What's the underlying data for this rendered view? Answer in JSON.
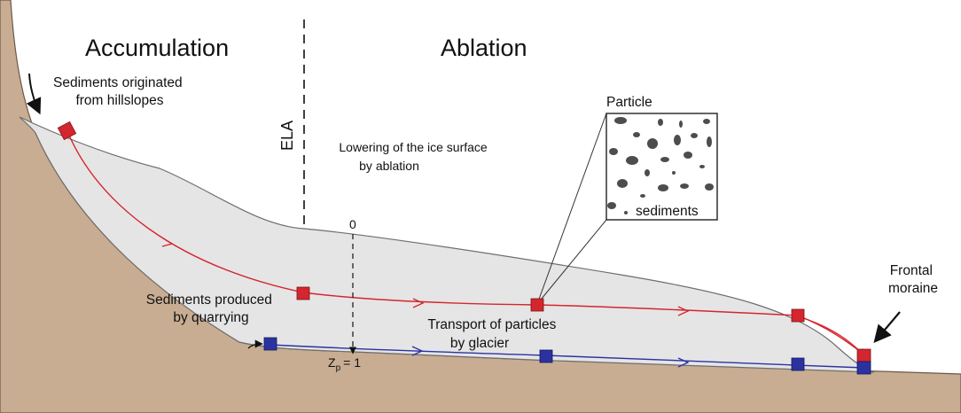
{
  "zones": {
    "accumulation": "Accumulation",
    "ablation": "Ablation"
  },
  "ela_label": "ELA",
  "labels": {
    "hillslope_sediments": [
      "Sediments originated",
      "from hillslopes"
    ],
    "quarrying_sediments": [
      "Sediments produced",
      "by quarrying"
    ],
    "surface_lowering": [
      "Lowering of the ice surface",
      "by ablation"
    ],
    "transport": [
      "Transport of particles",
      "by glacier"
    ],
    "frontal_moraine": [
      "Frontal",
      "moraine"
    ],
    "particle": "Particle",
    "sediments": "sediments"
  },
  "depth_axis": {
    "top_label": "0",
    "bottom_label_main": "Z",
    "bottom_label_sub": "p",
    "bottom_label_value": "= 1"
  },
  "colors": {
    "bedrock": "#c8ad92",
    "bedrock_stroke": "#6b5848",
    "ice": "#e6e5e6",
    "ice_stroke": "#6e6e6e",
    "surface_path": "#d4262e",
    "basal_path": "#2b32a0",
    "particle_fill": "#4d4d4d",
    "text": "#111111"
  }
}
